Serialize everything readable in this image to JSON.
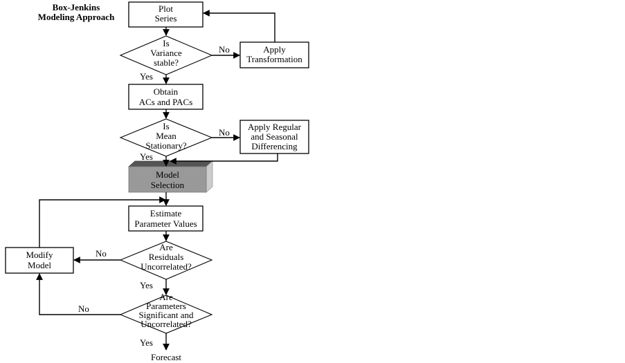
{
  "title": {
    "line1": "Box-Jenkins",
    "line2": "Modeling Approach"
  },
  "nodes": {
    "plot_series": {
      "line1": "Plot",
      "line2": "Series"
    },
    "variance_stable": {
      "line1": "Is",
      "line2": "Variance",
      "line3": "stable?"
    },
    "apply_transformation": {
      "line1": "Apply",
      "line2": "Transformation"
    },
    "obtain_acs": {
      "line1": "Obtain",
      "line2": "ACs and PACs"
    },
    "mean_stationary": {
      "line1": "Is",
      "line2": "Mean",
      "line3": "Stationary?"
    },
    "apply_differencing": {
      "line1": "Apply Regular",
      "line2": "and Seasonal",
      "line3": "Differencing"
    },
    "model_selection": {
      "line1": "Model",
      "line2": "Selection"
    },
    "estimate_params": {
      "line1": "Estimate",
      "line2": "Parameter Values"
    },
    "residuals_uncorrelated": {
      "line1": "Are",
      "line2": "Residuals",
      "line3": "Uncorrelated?"
    },
    "modify_model": {
      "line1": "Modify",
      "line2": "Model"
    },
    "params_significant": {
      "line1": "Are",
      "line2": "Parameters",
      "line3": "Significant and",
      "line4": "Uncorrelated?"
    },
    "forecast": {
      "line1": "Forecast"
    }
  },
  "edge_labels": {
    "variance_no": "No",
    "variance_yes": "Yes",
    "mean_no": "No",
    "mean_yes": "Yes",
    "residuals_no": "No",
    "residuals_yes": "Yes",
    "params_no": "No",
    "params_yes": "Yes"
  },
  "colors": {
    "model_box_front": "#999999",
    "model_box_top": "#555555",
    "model_box_side": "#cccccc"
  }
}
